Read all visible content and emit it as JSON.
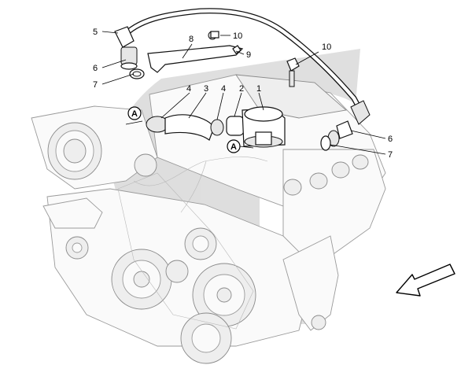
{
  "diagram": {
    "callouts": [
      {
        "id": "c5",
        "label": "5"
      },
      {
        "id": "c6l",
        "label": "6"
      },
      {
        "id": "c7l",
        "label": "7"
      },
      {
        "id": "c8",
        "label": "8"
      },
      {
        "id": "c10a",
        "label": "10"
      },
      {
        "id": "c9",
        "label": "9"
      },
      {
        "id": "c10b",
        "label": "10"
      },
      {
        "id": "c4a",
        "label": "4"
      },
      {
        "id": "c3",
        "label": "3"
      },
      {
        "id": "c4b",
        "label": "4"
      },
      {
        "id": "c2",
        "label": "2"
      },
      {
        "id": "c1",
        "label": "1"
      },
      {
        "id": "c6r",
        "label": "6"
      },
      {
        "id": "c7r",
        "label": "7"
      }
    ],
    "reference_marks": [
      {
        "id": "refA1",
        "label": "A"
      },
      {
        "id": "refA2",
        "label": "A"
      }
    ],
    "colors": {
      "watermark": "#d9d9d9",
      "line": "#111111",
      "engine_line": "#9a9a9a"
    },
    "icons": [
      "direction-arrow-icon",
      "watermark-logo"
    ]
  }
}
